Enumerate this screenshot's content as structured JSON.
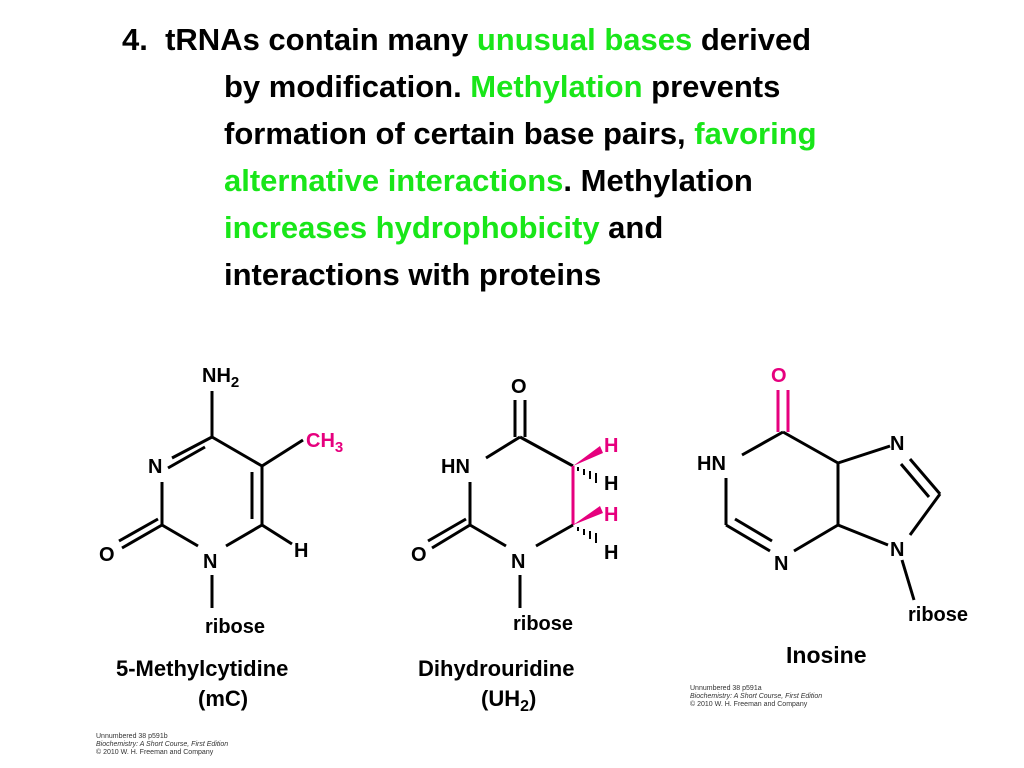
{
  "colors": {
    "highlight": "#19e619",
    "magenta": "#e6007e",
    "black": "#000000"
  },
  "heading": {
    "l1_number": "4.",
    "l1_a": "tRNAs contain many ",
    "l1_b": "unusual bases",
    "l1_c": " derived",
    "l2_a": "by modification.  ",
    "l2_b": "Methylation",
    "l2_c": " prevents",
    "l3_a": "formation of certain base pairs, ",
    "l3_b": "favoring",
    "l4_a": "alternative interactions",
    "l4_b": ".  Methylation",
    "l5_a": "increases hydrophobicity",
    "l5_b": " and",
    "l6_a": "interactions with proteins"
  },
  "molecules": {
    "mc": {
      "nh2": "NH",
      "nh2_sub": "2",
      "ch3": "CH",
      "ch3_sub": "3",
      "n1": "N",
      "n2": "N",
      "o": "O",
      "h": "H",
      "ribose": "ribose",
      "name": "5-Methylcytidine",
      "abbr": "(mC)"
    },
    "uh2": {
      "o_top": "O",
      "hn": "HN",
      "o_left": "O",
      "n": "N",
      "h1": "H",
      "h2": "H",
      "h3": "H",
      "h4": "H",
      "ribose": "ribose",
      "name": "Dihydrouridine",
      "abbr_a": "(UH",
      "abbr_sub": "2",
      "abbr_b": ")"
    },
    "ino": {
      "o": "O",
      "hn": "HN",
      "n_top": "N",
      "n_bottom": "N",
      "n9": "N",
      "ribose": "ribose",
      "name": "Inosine"
    }
  },
  "credits": {
    "left": {
      "line1": "Unnumbered 38 p591b",
      "line2": "Biochemistry: A Short Course, First Edition",
      "line3": "© 2010 W. H. Freeman and Company"
    },
    "right": {
      "line1": "Unnumbered 38 p591a",
      "line2": "Biochemistry: A Short Course, First Edition",
      "line3": "© 2010 W. H. Freeman and Company"
    }
  }
}
